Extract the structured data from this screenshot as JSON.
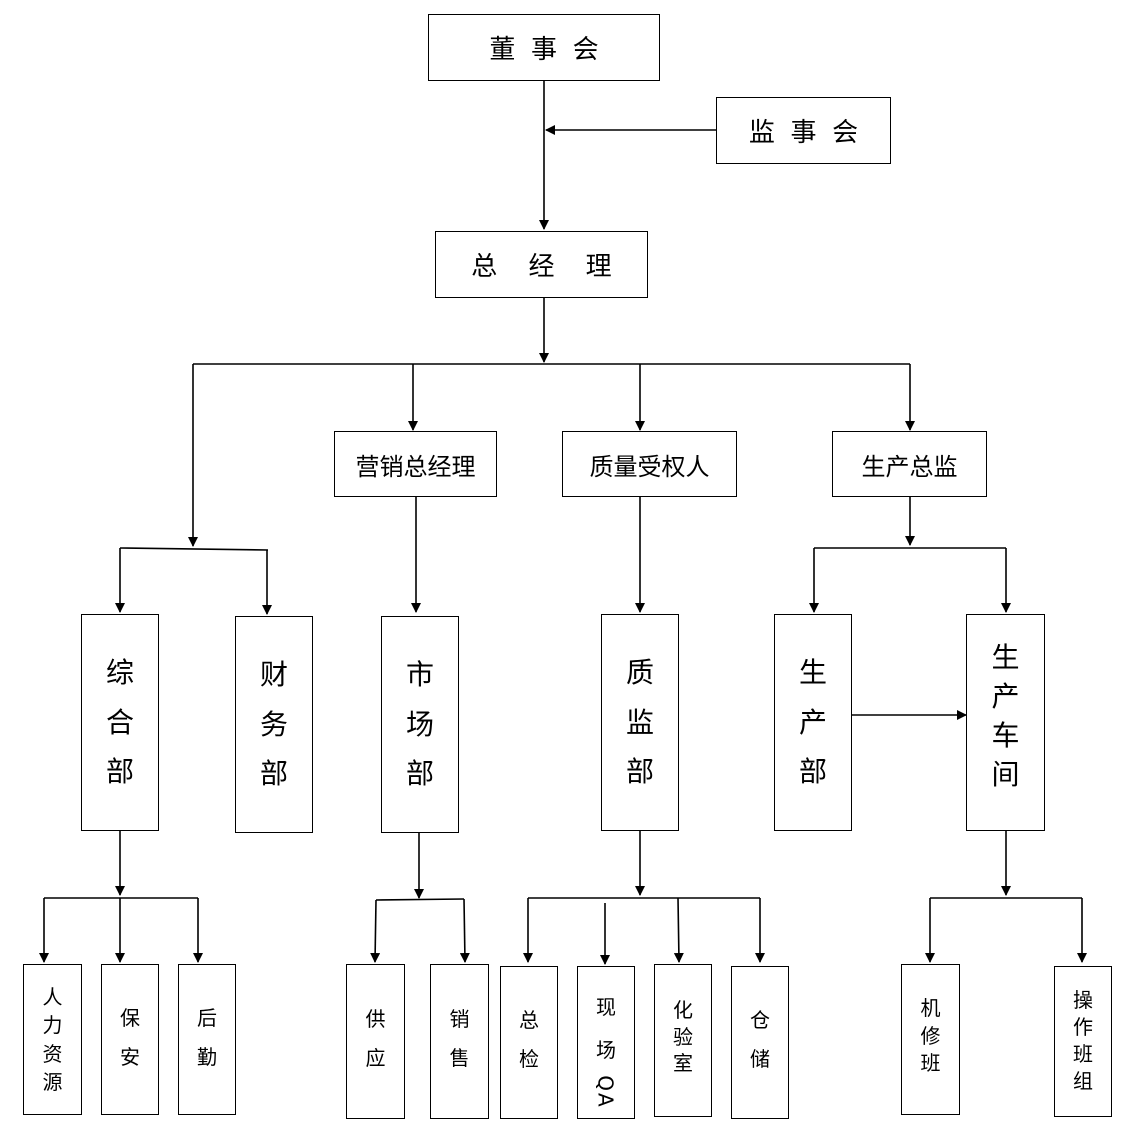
{
  "board": "董事会",
  "supervisors": "监事会",
  "gm": "总经理",
  "sales_gm": "营销总经理",
  "qa_person": "质量受权人",
  "prod_director": "生产总监",
  "departments": {
    "general": "综合部",
    "finance": "财务部",
    "market": "市场部",
    "quality": "质监部",
    "production": "生产部",
    "workshop": "生产车间"
  },
  "teams": {
    "hr": "人力资源",
    "security": "保安",
    "logistics": "后勤",
    "supply": "供应",
    "sales": "销售",
    "final_inspection": "总检",
    "onsite_qa_1": "现场",
    "onsite_qa_2": "QA",
    "lab": "化验室",
    "warehouse": "仓储",
    "maintenance": "机修班",
    "operations": "操作班组"
  }
}
